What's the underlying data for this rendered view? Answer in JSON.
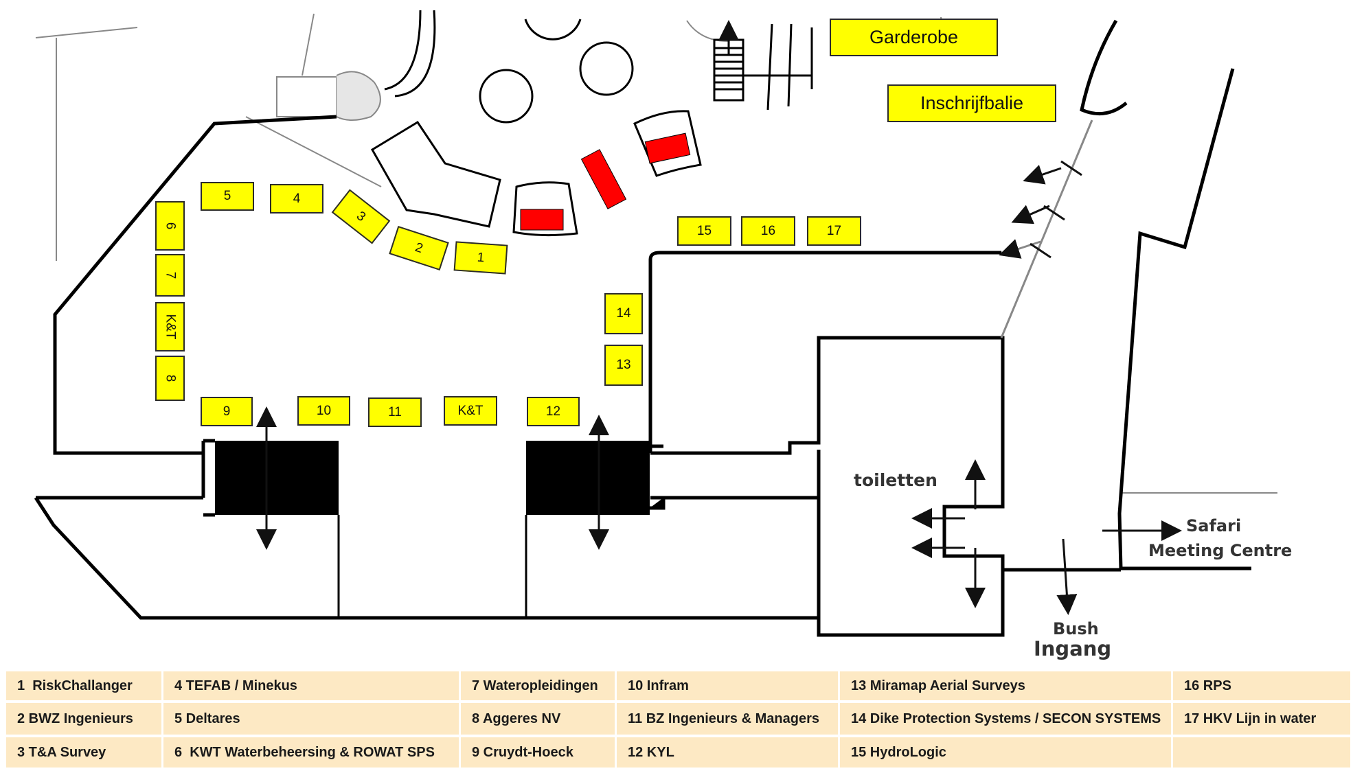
{
  "map": {
    "labels": {
      "garderobe": "Garderobe",
      "inschrijfbalie": "Inschrijfbalie"
    },
    "booths": {
      "b1": "1",
      "b2": "2",
      "b3": "3",
      "b4": "4",
      "b5": "5",
      "b6": "6",
      "b7": "7",
      "kt_left": "K&T",
      "b8": "8",
      "b9": "9",
      "b10": "10",
      "b11": "11",
      "kt_bottom": "K&T",
      "b12": "12",
      "b13": "13",
      "b14": "14",
      "b15": "15",
      "b16": "16",
      "b17": "17"
    },
    "text": {
      "toiletten": "toiletten",
      "safari": "Safari",
      "meeting_centre": "Meeting Centre",
      "bush": "Bush",
      "ingang": "Ingang"
    },
    "colors": {
      "booth": "#ffff00",
      "stand": "#ff0000",
      "wall": "#000000",
      "legend_bg": "#fde9c4"
    }
  },
  "legend": {
    "rows": [
      [
        "1  RiskChallanger",
        "4 TEFAB / Minekus",
        "7 Wateropleidingen",
        "10 Infram",
        "13 Miramap Aerial Surveys",
        "16 RPS"
      ],
      [
        "2 BWZ Ingenieurs",
        "5 Deltares",
        "8 Aggeres NV",
        "11 BZ Ingenieurs & Managers",
        "14 Dike Protection Systems / SECON SYSTEMS",
        "17 HKV Lijn in water"
      ],
      [
        "3 T&A Survey",
        "6  KWT Waterbeheersing & ROWAT SPS",
        "9 Cruydt-Hoeck",
        "12 KYL",
        "15 HydroLogic",
        ""
      ]
    ]
  }
}
